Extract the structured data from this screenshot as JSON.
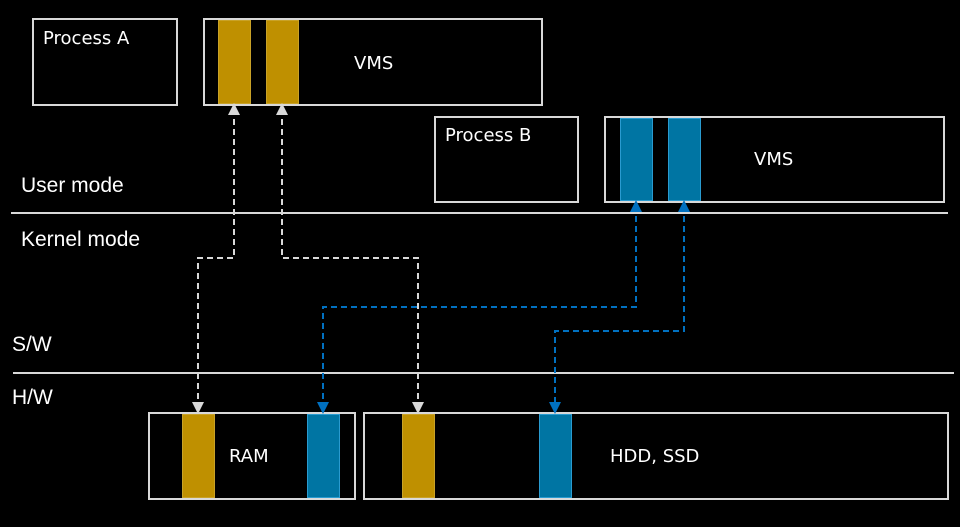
{
  "zones": {
    "user_mode": "User mode",
    "kernel_mode": "Kernel mode",
    "software": "S/W",
    "hardware": "H/W"
  },
  "process_a": {
    "label": "Process A",
    "vms_label": "VMS",
    "page_color": "#bf9000"
  },
  "process_b": {
    "label": "Process B",
    "vms_label": "VMS",
    "page_color": "#0075a3"
  },
  "memory": {
    "ram_label": "RAM",
    "storage_label": "HDD, SSD"
  },
  "colors": {
    "background": "#000000",
    "outline": "#d9d9d9",
    "process_a_link": "#d9d9d9",
    "process_b_link": "#0070c0"
  },
  "mappings": [
    {
      "from": "process-a-page-1",
      "to": "ram-page-a"
    },
    {
      "from": "process-a-page-2",
      "to": "storage-page-a"
    },
    {
      "from": "process-b-page-1",
      "to": "ram-page-b"
    },
    {
      "from": "process-b-page-2",
      "to": "storage-page-b"
    }
  ]
}
